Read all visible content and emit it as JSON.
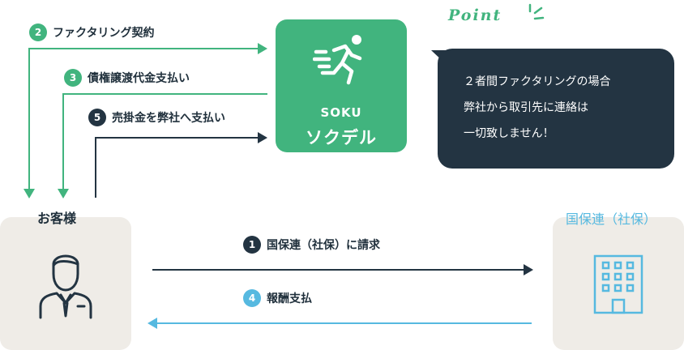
{
  "flows": {
    "f2": {
      "num": "2",
      "text": "ファクタリング契約"
    },
    "f3": {
      "num": "3",
      "text": "債権譲渡代金支払い"
    },
    "f5": {
      "num": "5",
      "text": "売掛金を弊社へ支払い"
    },
    "f1": {
      "num": "1",
      "text": "国保連（社保）に請求"
    },
    "f4": {
      "num": "4",
      "text": "報酬支払"
    }
  },
  "soku": {
    "en": "SOKU",
    "jp": "ソクデル"
  },
  "point": {
    "title": "Point",
    "lines": [
      "２者間ファクタリングの場合",
      "弊社から取引先に連絡は",
      "一切致しません！"
    ]
  },
  "customer": {
    "title": "お客様"
  },
  "kokuho": {
    "title": "国保連（社保）"
  },
  "icons": {
    "runner": "running-person-icon",
    "person": "businessman-icon",
    "building": "building-icon"
  },
  "colors": {
    "green": "#41b47e",
    "navy": "#233442",
    "blue": "#56b9e0",
    "box": "#efece7"
  }
}
